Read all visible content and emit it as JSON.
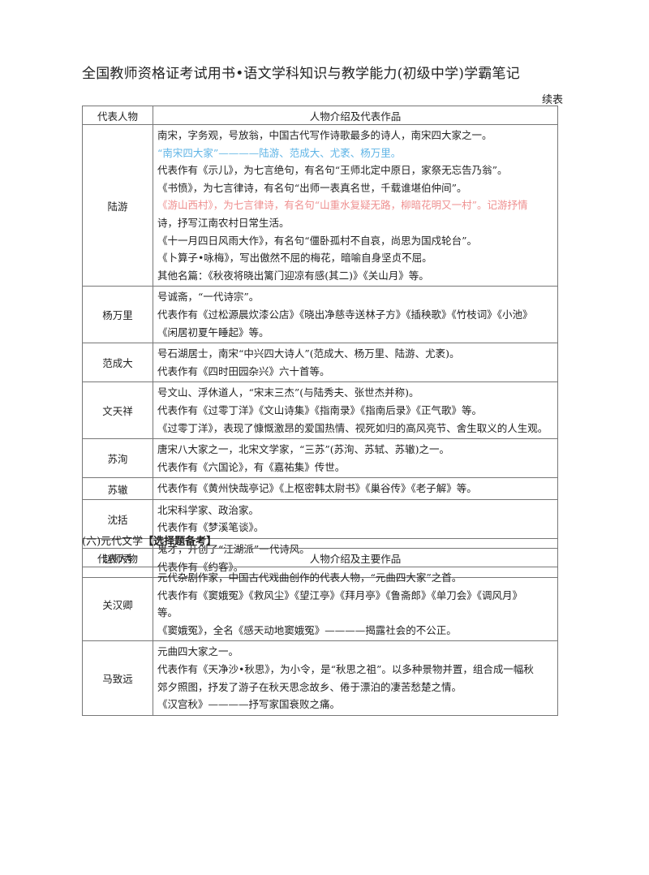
{
  "header": {
    "title": "全国教师资格证考试用书•语文学科知识与教学能力(初级中学)学霸笔记",
    "continued": "续表"
  },
  "table1": {
    "headers": [
      "代表人物",
      "人物介绍及代表作品"
    ],
    "rows": [
      {
        "name": "陆游",
        "lines": [
          {
            "text": "南宋，字务观，号放翁，中国古代写作诗歌最多的诗人，南宋四大家之一。",
            "style": ""
          },
          {
            "text": "“南宋四大家”————陆游、范成大、尤袤、杨万里。",
            "style": "blue"
          },
          {
            "text": "代表作有《示儿》，为七言绝句，有名句“王师北定中原日，家祭无忘告乃翁”。",
            "style": ""
          },
          {
            "text": "《书愤》，为七言律诗，有名句“出师一表真名世，千载谁堪伯仲间”。",
            "style": ""
          },
          {
            "text": "《游山西村》，为七言律诗，有名句“山重水复疑无路，柳暗花明又一村”。记游抒情",
            "style": "red"
          },
          {
            "text": "诗，抒写江南农村日常生活。",
            "style": ""
          },
          {
            "text": "《十一月四日风雨大作》，有名句“僵卧孤村不自哀，尚思为国戍轮台”。",
            "style": ""
          },
          {
            "text": "《卜算子•咏梅》，写出傲然不屈的梅花，暗喻自身坚贞不屈。",
            "style": ""
          },
          {
            "text": "其他名篇：《秋夜将晓出篱门迎凉有感(其二)》《关山月》等。",
            "style": ""
          }
        ]
      },
      {
        "name": "杨万里",
        "lines": [
          {
            "text": "号诚斋，“一代诗宗”。",
            "style": ""
          },
          {
            "text": "代表作有《过松源晨炊漆公店》《晓出净慈寺送林子方》《插秧歌》《竹枝词》《小池》",
            "style": ""
          },
          {
            "text": "《闲居初夏午睡起》等。",
            "style": ""
          }
        ]
      },
      {
        "name": "范成大",
        "lines": [
          {
            "text": "号石湖居士，南宋“中兴四大诗人”(范成大、杨万里、陆游、尤袤)。",
            "style": ""
          },
          {
            "text": "代表作有《四时田园杂兴》六十首等。",
            "style": ""
          }
        ]
      },
      {
        "name": "文天祥",
        "lines": [
          {
            "text": "号文山、浮休道人，“宋末三杰”(与陆秀夫、张世杰并称)。",
            "style": ""
          },
          {
            "text": "代表作有《过零丁洋》《文山诗集》《指南录》《指南后录》《正气歌》等。",
            "style": ""
          },
          {
            "text": "《过零丁洋》，表现了慷慨激昂的爱国热情、视死如归的高风亮节、舍生取义的人生观。",
            "style": ""
          }
        ]
      },
      {
        "name": "苏洵",
        "lines": [
          {
            "text": "唐宋八大家之一，北宋文学家，“三苏”(苏洵、苏轼、苏辙)之一。",
            "style": ""
          },
          {
            "text": "代表作有《六国论》，有《嘉祐集》传世。",
            "style": ""
          }
        ]
      },
      {
        "name": "苏辙",
        "lines": [
          {
            "text": "代表作有《黄州快哉亭记》《上枢密韩太尉书》《巢谷传》《老子解》等。",
            "style": ""
          }
        ]
      },
      {
        "name": "沈括",
        "lines": [
          {
            "text": "北宋科学家、政治家。",
            "style": ""
          },
          {
            "text": "代表作有《梦溪笔谈》。",
            "style": ""
          }
        ]
      },
      {
        "name": "赵师秀",
        "lines": [
          {
            "text": "鬼才，开创了“江湖派”一代诗风。",
            "style": ""
          },
          {
            "text": "代表作有《约客》。",
            "style": ""
          }
        ]
      }
    ]
  },
  "section": {
    "heading": "(六)元代文学",
    "tag": "【选择题备考】"
  },
  "table2": {
    "headers": [
      "代表人物",
      "人物介绍及主要作品"
    ],
    "rows": [
      {
        "name": "关汉卿",
        "lines": [
          {
            "text": "元代杂剧作家，中国古代戏曲创作的代表人物，“元曲四大家”之首。",
            "style": ""
          },
          {
            "text": "代表作有《窦娥冤》《救风尘》《望江亭》《拜月亭》《鲁斋郎》《单刀会》《调风月》",
            "style": ""
          },
          {
            "text": "等。",
            "style": ""
          },
          {
            "text": "《窦娥冤》，全名《感天动地窦娥冤》————揭露社会的不公正。",
            "style": ""
          }
        ]
      },
      {
        "name": "马致远",
        "lines": [
          {
            "text": "元曲四大家之一。",
            "style": ""
          },
          {
            "text": "代表作有《天净沙•秋思》，为小令，是“秋思之祖”。以多种景物并置，组合成一幅秋",
            "style": ""
          },
          {
            "text": "郊夕照图，抒发了游子在秋天思念故乡、倦于漂泊的凄苦愁楚之情。",
            "style": ""
          },
          {
            "text": "《汉宫秋》————抒写家国衰败之痛。",
            "style": ""
          }
        ]
      }
    ]
  },
  "colors": {
    "blue_highlight": "#5fb4e6",
    "red_highlight": "#ef8f8f",
    "text": "#222222",
    "border": "#777777"
  }
}
